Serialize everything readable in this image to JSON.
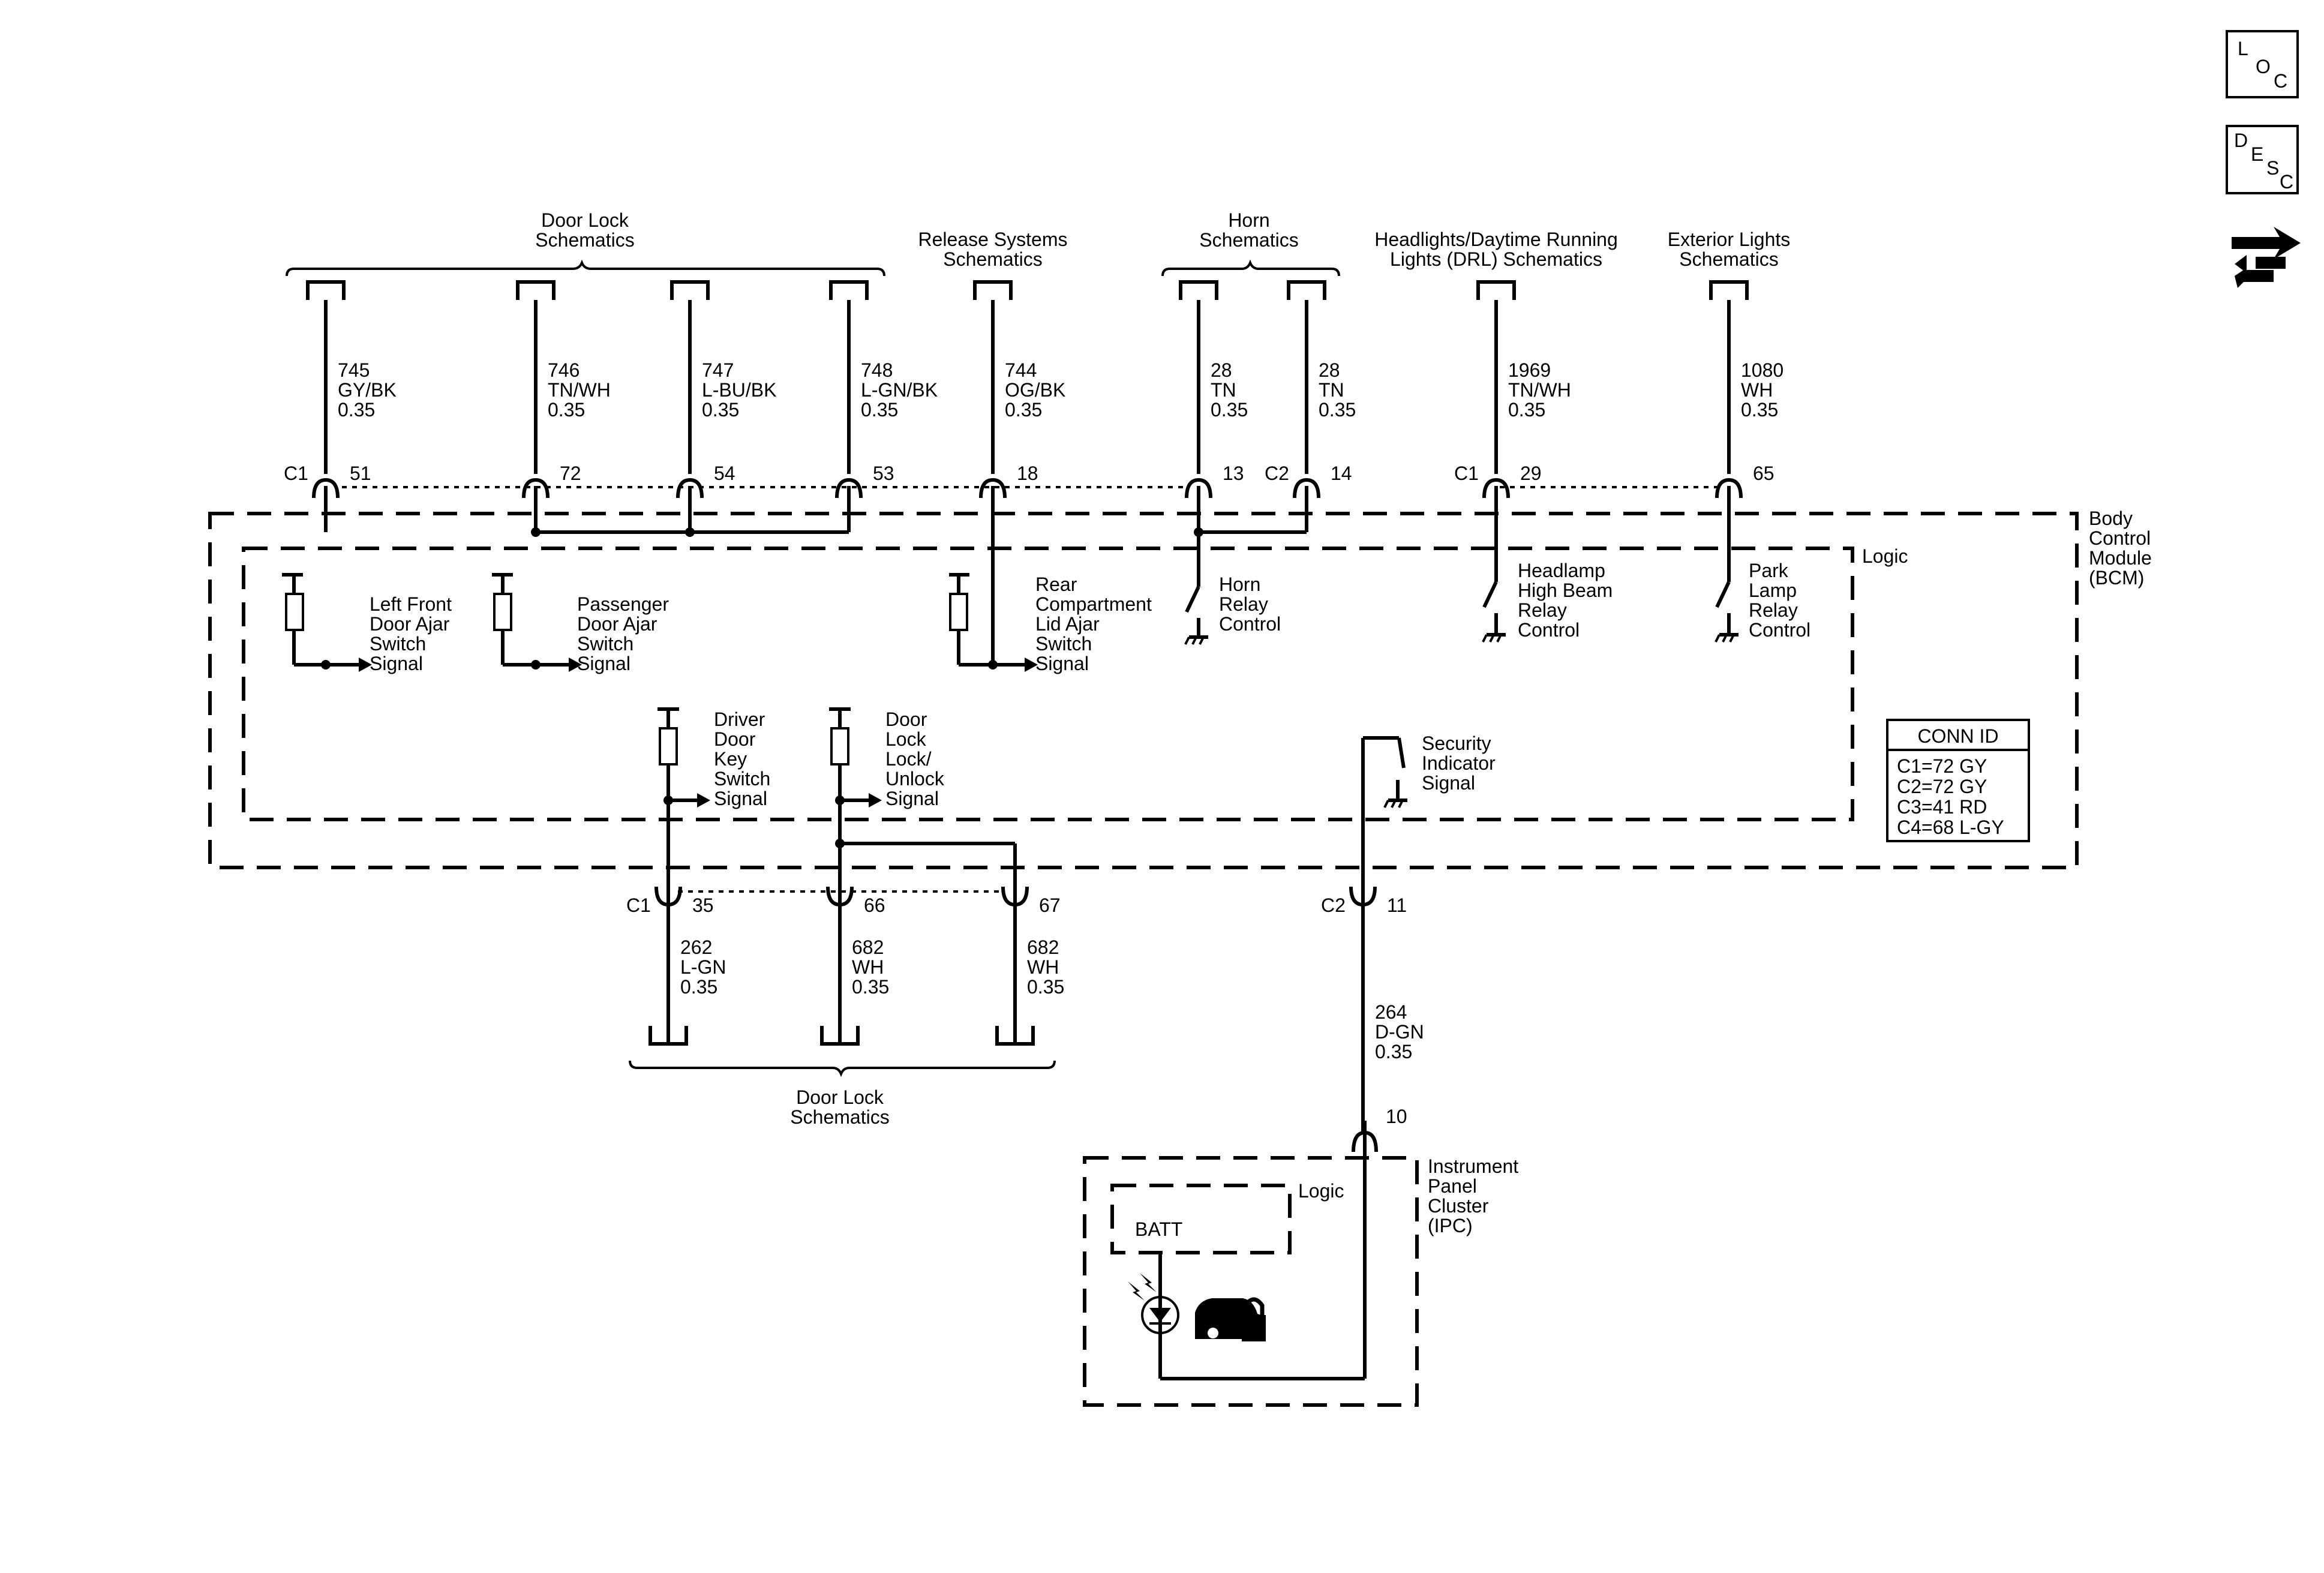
{
  "side_icons": {
    "loc": [
      "L",
      "O",
      "C"
    ],
    "desc": [
      "D",
      "E",
      "S",
      "C"
    ]
  },
  "top_schematics": [
    {
      "text": "Door Lock\nSchematics"
    },
    {
      "text": "Release Systems\nSchematics"
    },
    {
      "text": "Horn\nSchematics"
    },
    {
      "text": "Headlights/Daytime Running\nLights (DRL) Schematics"
    },
    {
      "text": "Exterior Lights\nSchematics"
    }
  ],
  "bottom_schematics": [
    {
      "text": "Door Lock\nSchematics"
    }
  ],
  "wires": [
    {
      "circuit": "745",
      "color": "GY/BK",
      "gauge": "0.35",
      "pin": "51",
      "connector": "C1"
    },
    {
      "circuit": "746",
      "color": "TN/WH",
      "gauge": "0.35",
      "pin": "72",
      "connector": ""
    },
    {
      "circuit": "747",
      "color": "L-BU/BK",
      "gauge": "0.35",
      "pin": "54",
      "connector": ""
    },
    {
      "circuit": "748",
      "color": "L-GN/BK",
      "gauge": "0.35",
      "pin": "53",
      "connector": ""
    },
    {
      "circuit": "744",
      "color": "OG/BK",
      "gauge": "0.35",
      "pin": "18",
      "connector": ""
    },
    {
      "circuit": "28",
      "color": "TN",
      "gauge": "0.35",
      "pin": "13",
      "connector": ""
    },
    {
      "circuit": "28",
      "color": "TN",
      "gauge": "0.35",
      "pin": "14",
      "connector": "C2"
    },
    {
      "circuit": "1969",
      "color": "TN/WH",
      "gauge": "0.35",
      "pin": "29",
      "connector": "C1"
    },
    {
      "circuit": "1080",
      "color": "WH",
      "gauge": "0.35",
      "pin": "65",
      "connector": ""
    },
    {
      "circuit": "262",
      "color": "L-GN",
      "gauge": "0.35",
      "pin": "35",
      "connector": "C1"
    },
    {
      "circuit": "682",
      "color": "WH",
      "gauge": "0.35",
      "pin": "66",
      "connector": ""
    },
    {
      "circuit": "682",
      "color": "WH",
      "gauge": "0.35",
      "pin": "67",
      "connector": ""
    },
    {
      "circuit": "264",
      "color": "D-GN",
      "gauge": "0.35",
      "pin": "11",
      "connector": "C2"
    }
  ],
  "ipc_pin": "10",
  "bcm_label": "Body\nControl\nModule\n(BCM)",
  "logic_label": "Logic",
  "ipc_label": "Instrument\nPanel\nCluster\n(IPC)",
  "ipc_logic_label": "Logic",
  "batt_label": "BATT",
  "signals": [
    {
      "text": "Left Front\nDoor Ajar\nSwitch\nSignal"
    },
    {
      "text": "Passenger\nDoor Ajar\nSwitch\nSignal"
    },
    {
      "text": "Rear\nCompartment\nLid Ajar\nSwitch\nSignal"
    },
    {
      "text": "Horn\nRelay\nControl"
    },
    {
      "text": "Headlamp\nHigh Beam\nRelay\nControl"
    },
    {
      "text": "Park\nLamp\nRelay\nControl"
    },
    {
      "text": "Driver\nDoor\nKey\nSwitch\nSignal"
    },
    {
      "text": "Door\nLock\nLock/\nUnlock\nSignal"
    },
    {
      "text": "Security\nIndicator\nSignal"
    }
  ],
  "conn_id": {
    "title": "CONN ID",
    "rows": [
      "C1=72 GY",
      "C2=72 GY",
      "C3=41 RD",
      "C4=68 L-GY"
    ]
  }
}
